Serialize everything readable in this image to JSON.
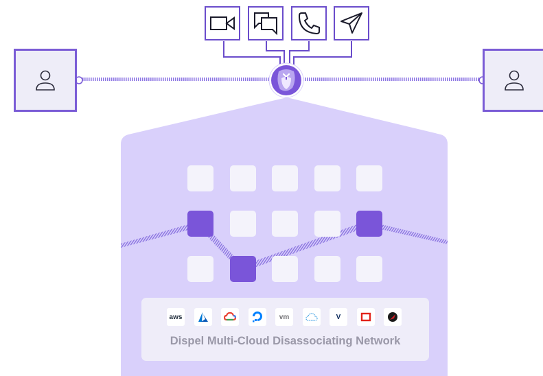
{
  "diagram": {
    "users": [
      {
        "name": "left-user",
        "icon": "person-icon"
      },
      {
        "name": "right-user",
        "icon": "person-icon"
      }
    ],
    "channels": [
      {
        "name": "video",
        "icon": "video-camera-icon"
      },
      {
        "name": "chat",
        "icon": "chat-bubbles-icon"
      },
      {
        "name": "voice",
        "icon": "phone-icon"
      },
      {
        "name": "message",
        "icon": "paper-plane-icon"
      }
    ],
    "hub": {
      "icon": "owl-logo-icon"
    },
    "network": {
      "rows": 3,
      "cols": 5,
      "active_cells": [
        [
          1,
          0
        ],
        [
          2,
          1
        ],
        [
          1,
          4
        ]
      ]
    },
    "providers": [
      {
        "name": "aws",
        "icon": "aws-logo-icon",
        "text": "aws",
        "color": "#232f3e"
      },
      {
        "name": "azure",
        "icon": "azure-logo-icon",
        "text": "",
        "color": "#0078d4"
      },
      {
        "name": "google-cloud",
        "icon": "google-cloud-logo-icon",
        "text": "",
        "color": "#4285f4"
      },
      {
        "name": "digitalocean",
        "icon": "digitalocean-logo-icon",
        "text": "",
        "color": "#0080ff"
      },
      {
        "name": "vmware",
        "icon": "vmware-logo-icon",
        "text": "vm",
        "color": "#717074"
      },
      {
        "name": "ibm-cloud",
        "icon": "ibm-cloud-logo-icon",
        "text": "",
        "color": "#4fa9e6"
      },
      {
        "name": "vultr",
        "icon": "vultr-logo-icon",
        "text": "V",
        "color": "#0b2a5c"
      },
      {
        "name": "oracle",
        "icon": "oracle-logo-icon",
        "text": "",
        "color": "#e2231a"
      },
      {
        "name": "fastly",
        "icon": "speed-logo-icon",
        "text": "",
        "color": "#d31f26"
      }
    ],
    "caption": "Dispel Multi-Cloud Disassociating Network",
    "colors": {
      "accent": "#7a55d9",
      "border": "#6a4ccb",
      "panel": "#d9d0fb",
      "cell": "#f4f3fb",
      "caption": "#9a98a8"
    }
  }
}
